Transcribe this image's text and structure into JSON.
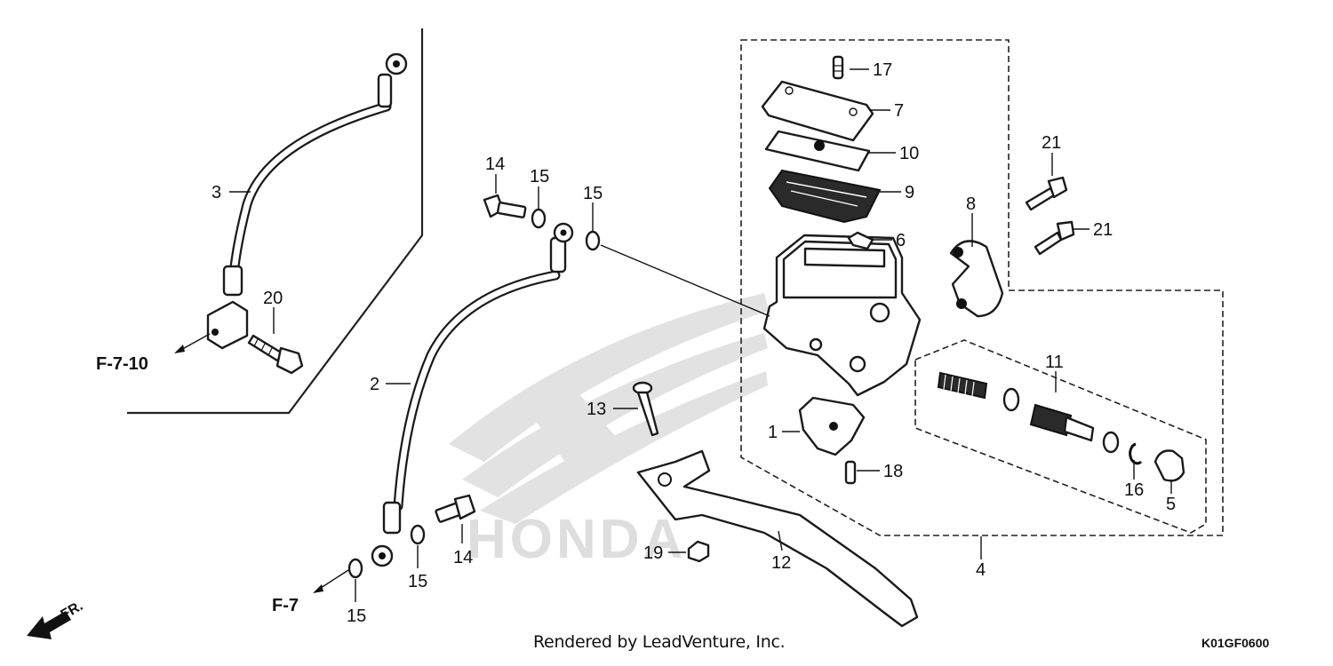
{
  "watermark": "HONDA",
  "footer": {
    "credit": "Rendered by LeadVenture, Inc.",
    "code": "K01GF0600"
  },
  "arrows": {
    "front": "FR."
  },
  "references": {
    "upper_hose": "F-7-10",
    "lower_hose": "F-7"
  },
  "callouts": {
    "c1": "1",
    "c2": "2",
    "c3": "3",
    "c4": "4",
    "c5": "5",
    "c6": "6",
    "c7": "7",
    "c8": "8",
    "c9": "9",
    "c10": "10",
    "c11": "11",
    "c12": "12",
    "c13": "13",
    "c14a": "14",
    "c14b": "14",
    "c15a": "15",
    "c15b": "15",
    "c15c": "15",
    "c15d": "15",
    "c16": "16",
    "c17": "17",
    "c18": "18",
    "c19": "19",
    "c20": "20",
    "c21a": "21",
    "c21b": "21"
  }
}
